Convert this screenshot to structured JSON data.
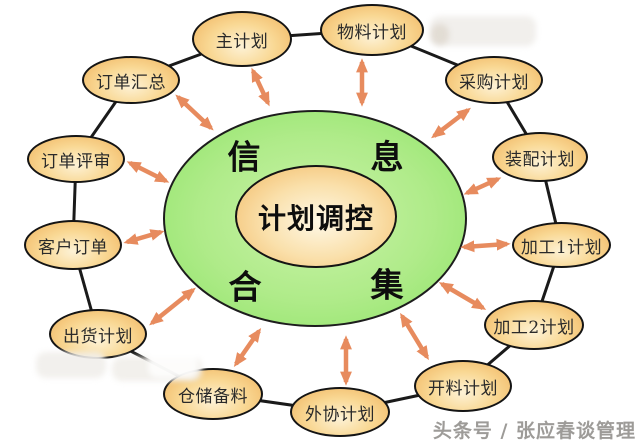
{
  "diagram": {
    "center_core_label": "计划调控",
    "ring_characters": [
      "信",
      "息",
      "合",
      "集"
    ],
    "nodes": [
      {
        "id": "main-plan",
        "label": "主计划"
      },
      {
        "id": "material-plan",
        "label": "物料计划"
      },
      {
        "id": "purchasing-plan",
        "label": "采购计划"
      },
      {
        "id": "assembly-plan",
        "label": "装配计划"
      },
      {
        "id": "process-1-plan",
        "label": "加工1计划"
      },
      {
        "id": "process-2-plan",
        "label": "加工2计划"
      },
      {
        "id": "cutting-plan",
        "label": "开料计划"
      },
      {
        "id": "outsourcing-plan",
        "label": "外协计划"
      },
      {
        "id": "warehouse-material-prep",
        "label": "仓储备料"
      },
      {
        "id": "shipping-plan",
        "label": "出货计划"
      },
      {
        "id": "customer-order",
        "label": "客户订单"
      },
      {
        "id": "order-review",
        "label": "订单评审"
      },
      {
        "id": "order-summary",
        "label": "订单汇总"
      }
    ],
    "watermark": "头条号 / 张应春谈管理",
    "colors": {
      "node_fill_center": "#FDF2D6",
      "node_fill_edge": "#EFB25D",
      "green_center": "#CAF3A9",
      "green_edge": "#8EE467",
      "core_center": "#FEF8E6",
      "core_edge": "#F1B862",
      "arrow": "#E78B5E",
      "outline": "#141414",
      "watermark_gray": "#989692"
    }
  }
}
